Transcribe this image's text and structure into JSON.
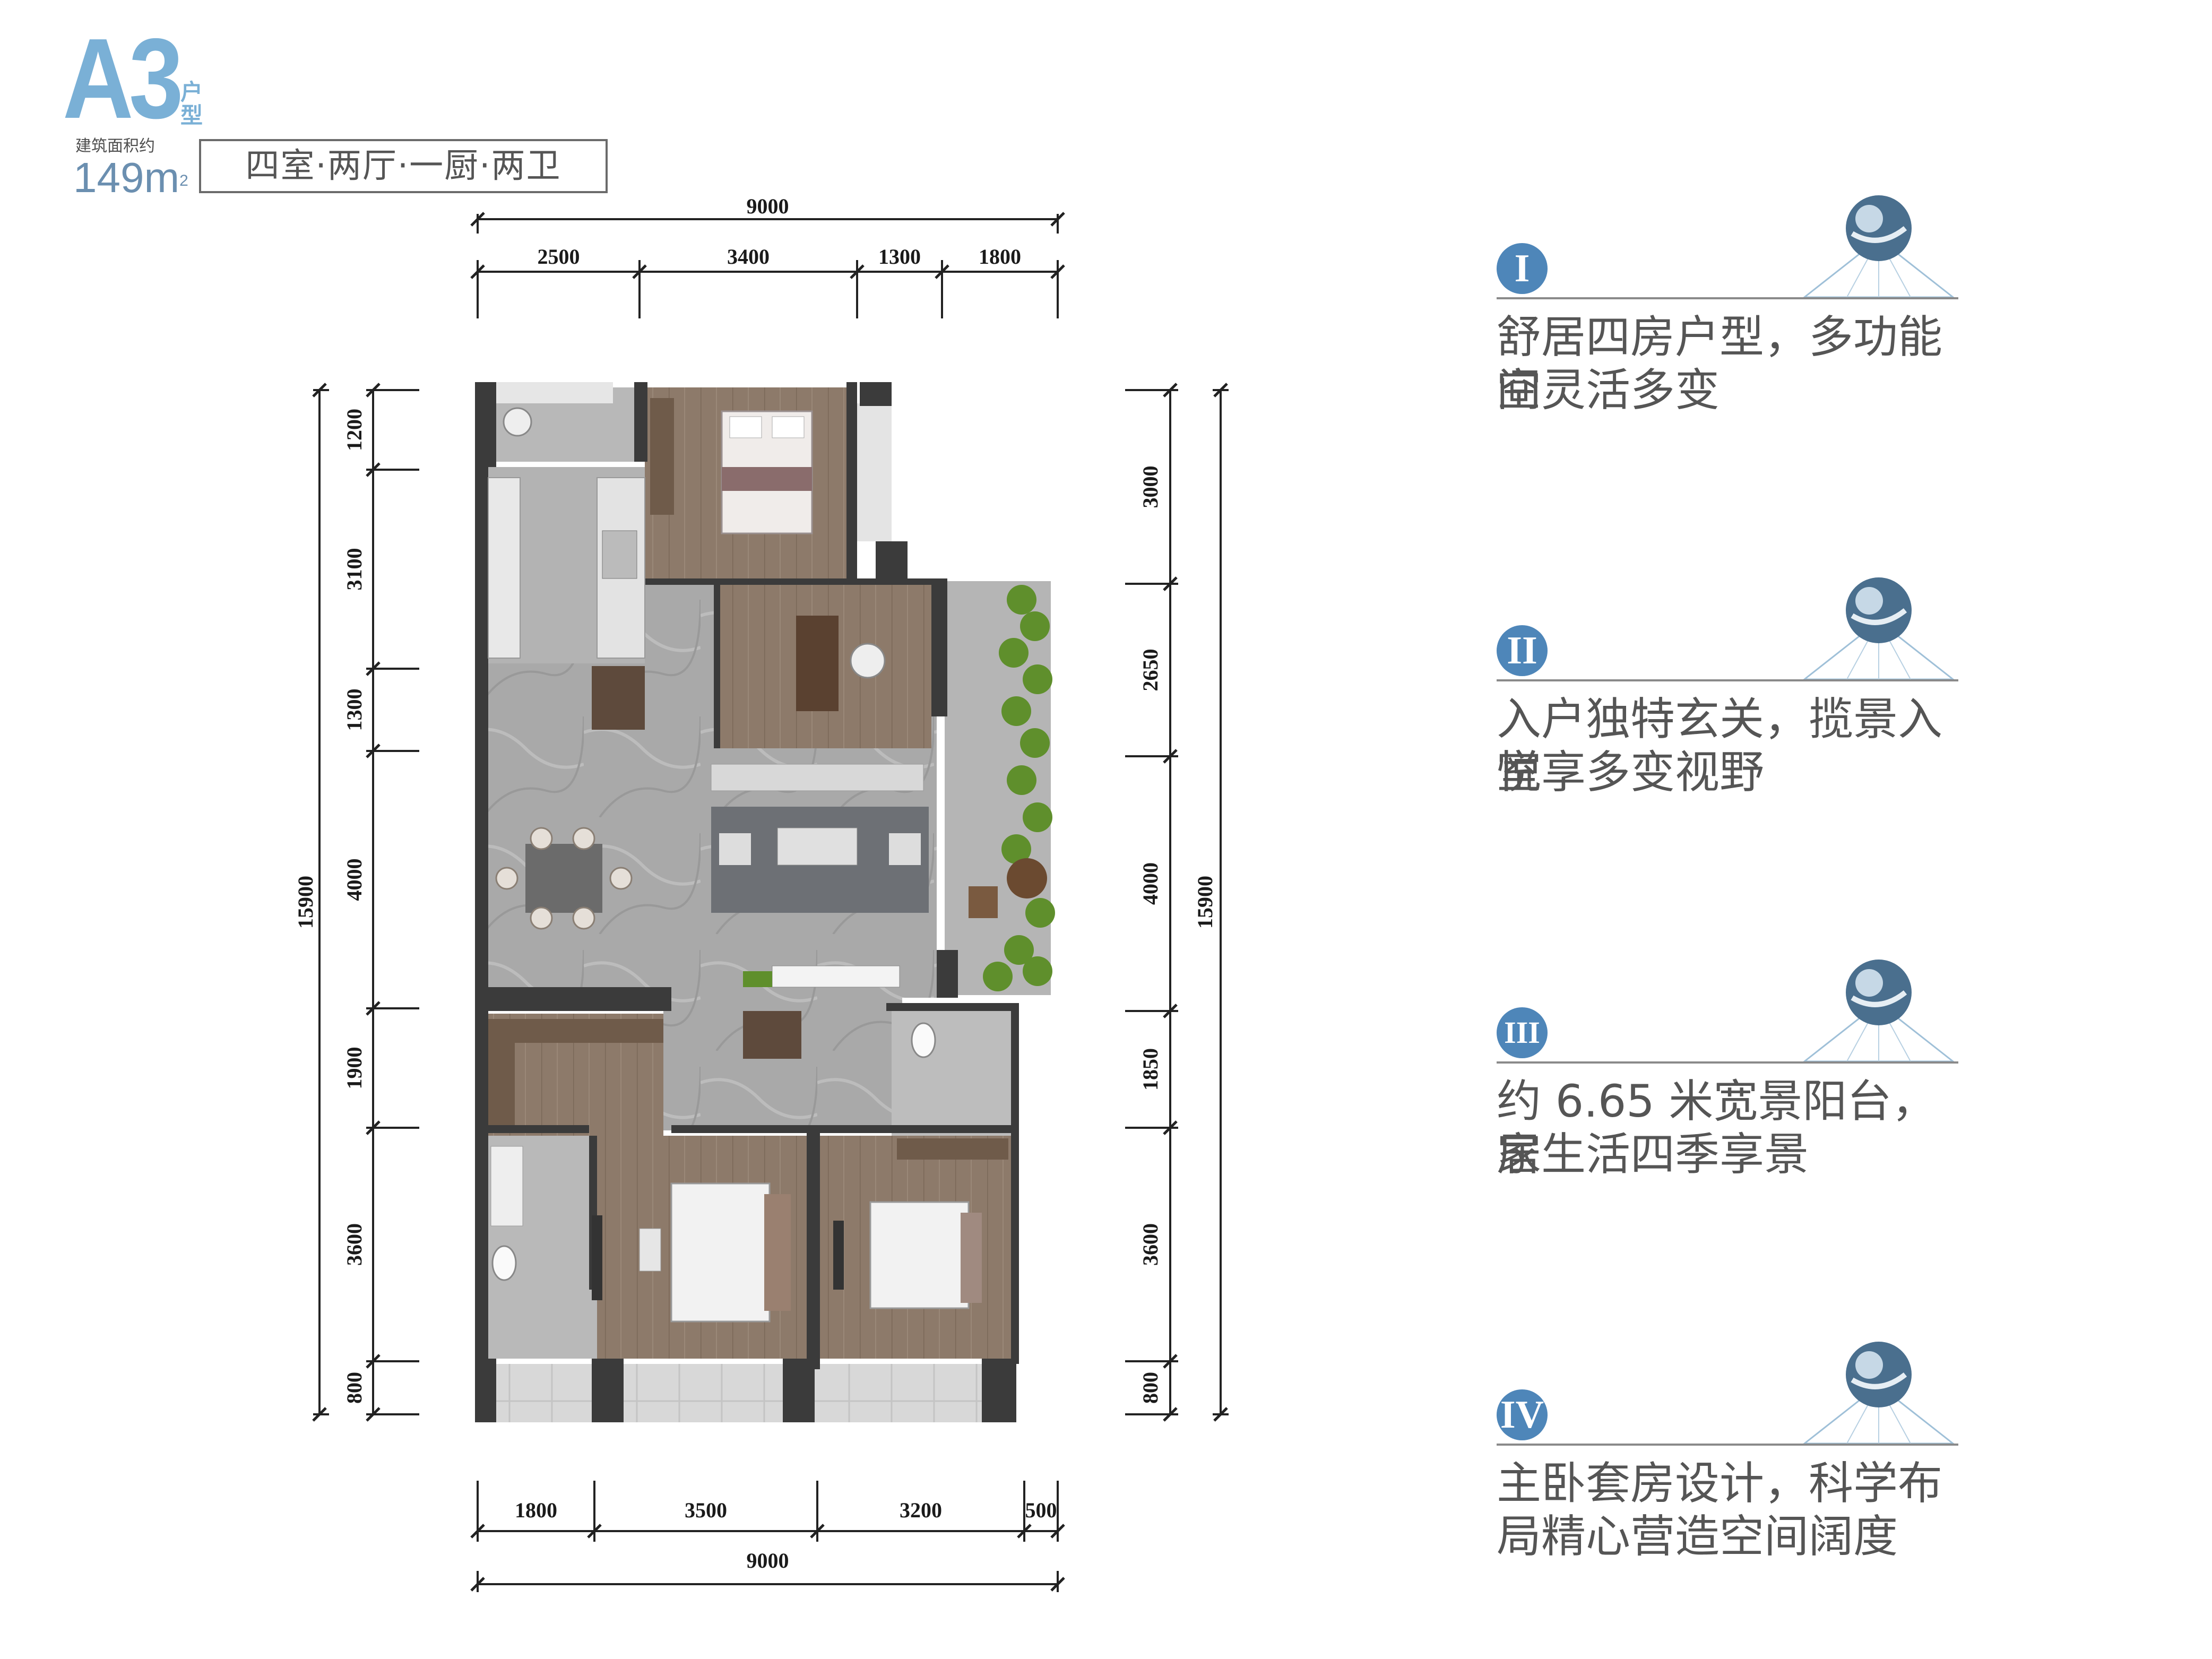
{
  "header": {
    "type_code": "A3",
    "type_suffix": "户型",
    "area_label": "建筑面积约",
    "area_value": "149m",
    "area_unit_sup": "2",
    "layout": "四室·两厅·一厨·两卫"
  },
  "dimensions": {
    "top_total": "9000",
    "top_segments": [
      "2500",
      "3400",
      "1300",
      "1800"
    ],
    "bottom_total": "9000",
    "bottom_segments": [
      "1800",
      "3500",
      "3200",
      "500"
    ],
    "left_total": "15900",
    "left_segments": [
      "1200",
      "3100",
      "1300",
      "4000",
      "1900",
      "3600",
      "800"
    ],
    "right_total": "15900",
    "right_segments": [
      "3000",
      "2650",
      "4000",
      "1850",
      "3600",
      "800"
    ]
  },
  "features": [
    {
      "numeral": "I",
      "line1": "舒居四房户型，多功能空",
      "line2": "间灵活多变"
    },
    {
      "numeral": "II",
      "line1": "入户独特玄关，揽景入室",
      "line2": "悦享多变视野"
    },
    {
      "numeral": "III",
      "line1": "约 6.65 米宽景阳台，居",
      "line2": "家生活四季享景"
    },
    {
      "numeral": "IV",
      "line1": "主卧套房设计，科学布",
      "line2": "局精心营造空间阔度"
    }
  ],
  "colors": {
    "accent": "#7ab0d6",
    "numeral_bg": "#4e86b9",
    "wall": "#3a3a3a",
    "floor_stone": "#a6a6a6",
    "floor_wood": "#8c7a6c",
    "plant": "#5f8f2c"
  }
}
